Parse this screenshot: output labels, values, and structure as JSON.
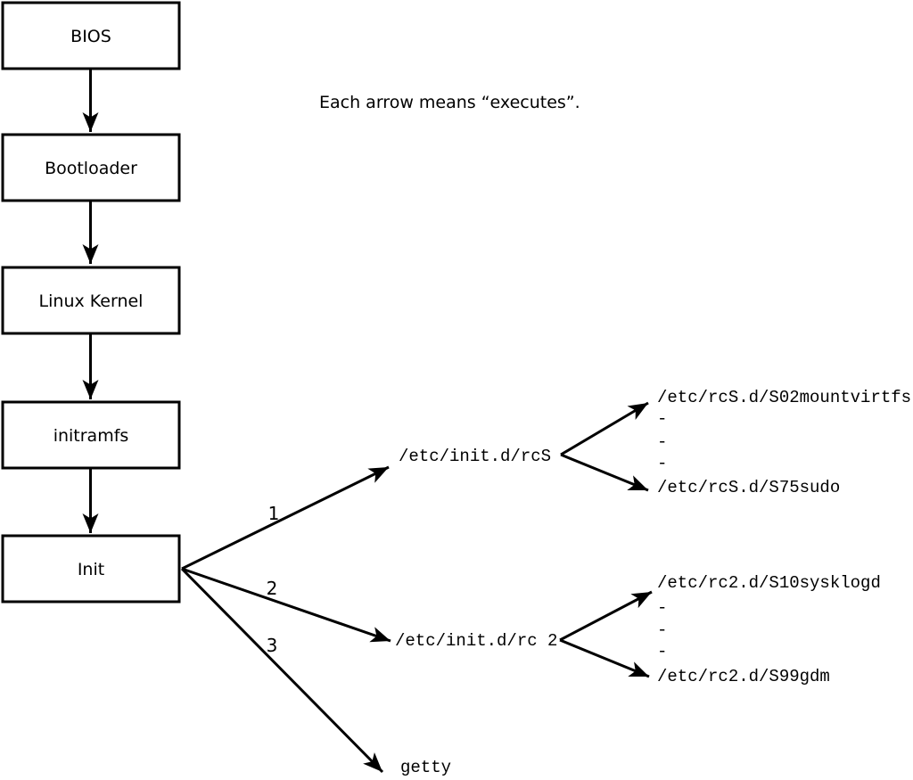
{
  "title_note": "Each arrow means “executes”.",
  "colors": {
    "ink": "#000000",
    "paper": "#ffffff"
  },
  "boot_chain": [
    {
      "label": "BIOS"
    },
    {
      "label": "Bootloader"
    },
    {
      "label": "Linux Kernel"
    },
    {
      "label": "initramfs"
    },
    {
      "label": "Init"
    }
  ],
  "init_branches": [
    {
      "order": "1",
      "target": "/etc/init.d/rcS"
    },
    {
      "order": "2",
      "target": "/etc/init.d/rc 2"
    },
    {
      "order": "3",
      "target": "getty"
    }
  ],
  "rcS_scripts": {
    "first": "/etc/rcS.d/S02mountvirtfs",
    "gap": [
      "-",
      "-",
      "-"
    ],
    "last": "/etc/rcS.d/S75sudo"
  },
  "rc2_scripts": {
    "first": "/etc/rc2.d/S10sysklogd",
    "gap": [
      "-",
      "-",
      "-"
    ],
    "last": "/etc/rc2.d/S99gdm"
  }
}
